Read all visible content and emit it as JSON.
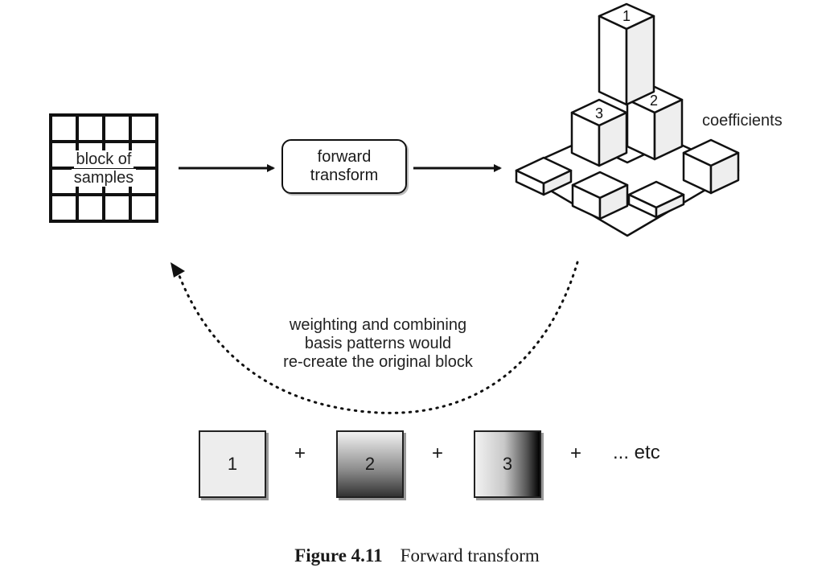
{
  "block": {
    "label_line1": "block of",
    "label_line2": "samples"
  },
  "transform": {
    "line1": "forward",
    "line2": "transform"
  },
  "coefficients": {
    "label": "coefficients",
    "tower_labels": [
      "1",
      "2",
      "3"
    ]
  },
  "recombine": {
    "line1": "weighting and combining",
    "line2": "basis patterns would",
    "line3": "re-create the original block"
  },
  "basis": {
    "items": [
      "1",
      "2",
      "3"
    ],
    "plus": "+",
    "etc": "... etc"
  },
  "figure": {
    "number": "Figure 4.11",
    "title": "Forward transform"
  }
}
